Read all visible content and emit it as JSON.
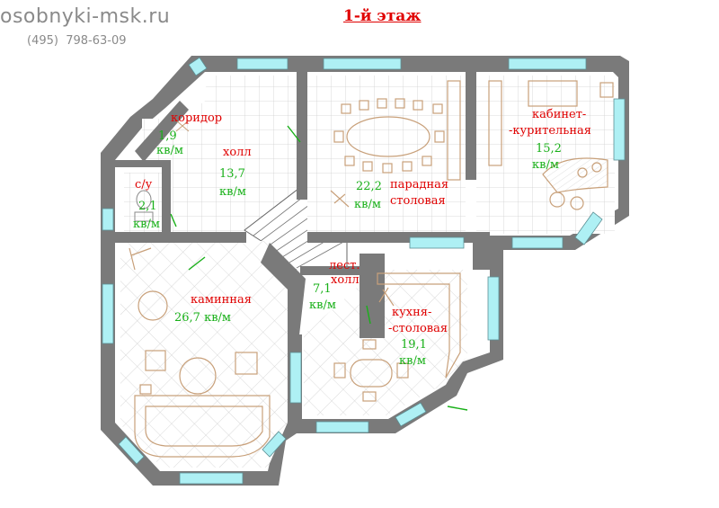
{
  "site": {
    "name": "osobnyki-msk.ru",
    "phone": "(495)  798-63-09"
  },
  "floor_title": "1-й этаж",
  "rooms": {
    "koridor": {
      "name": "коридор",
      "area": "1,9",
      "unit": "кв/м"
    },
    "su": {
      "name": "с/у",
      "area": "2,1",
      "unit": "кв/м"
    },
    "holl": {
      "name": "холл",
      "area": "13,7",
      "unit": "кв/м"
    },
    "stolovaya": {
      "name1": "парадная",
      "name2": "столовая",
      "area": "22,2",
      "unit": "кв/м"
    },
    "kabinet": {
      "name1": "кабинет-",
      "name2": "-курительная",
      "area": "15,2",
      "unit": "кв/м"
    },
    "kaminnaya": {
      "name": "каминная",
      "area": "26,7 кв/м"
    },
    "lest_holl": {
      "name1": "лест.",
      "name2": "холл",
      "area": "7,1",
      "unit": "кв/м"
    },
    "kuhnya": {
      "name1": "кухня-",
      "name2": "-столовая",
      "area": "19,1",
      "unit": "кв/м"
    }
  },
  "colors": {
    "wall": "#7a7a7a",
    "window": "#aef0f4",
    "label": "#e00000",
    "area": "#18b018",
    "furniture": "#c8a07a",
    "tile": "#c9c9c9"
  }
}
